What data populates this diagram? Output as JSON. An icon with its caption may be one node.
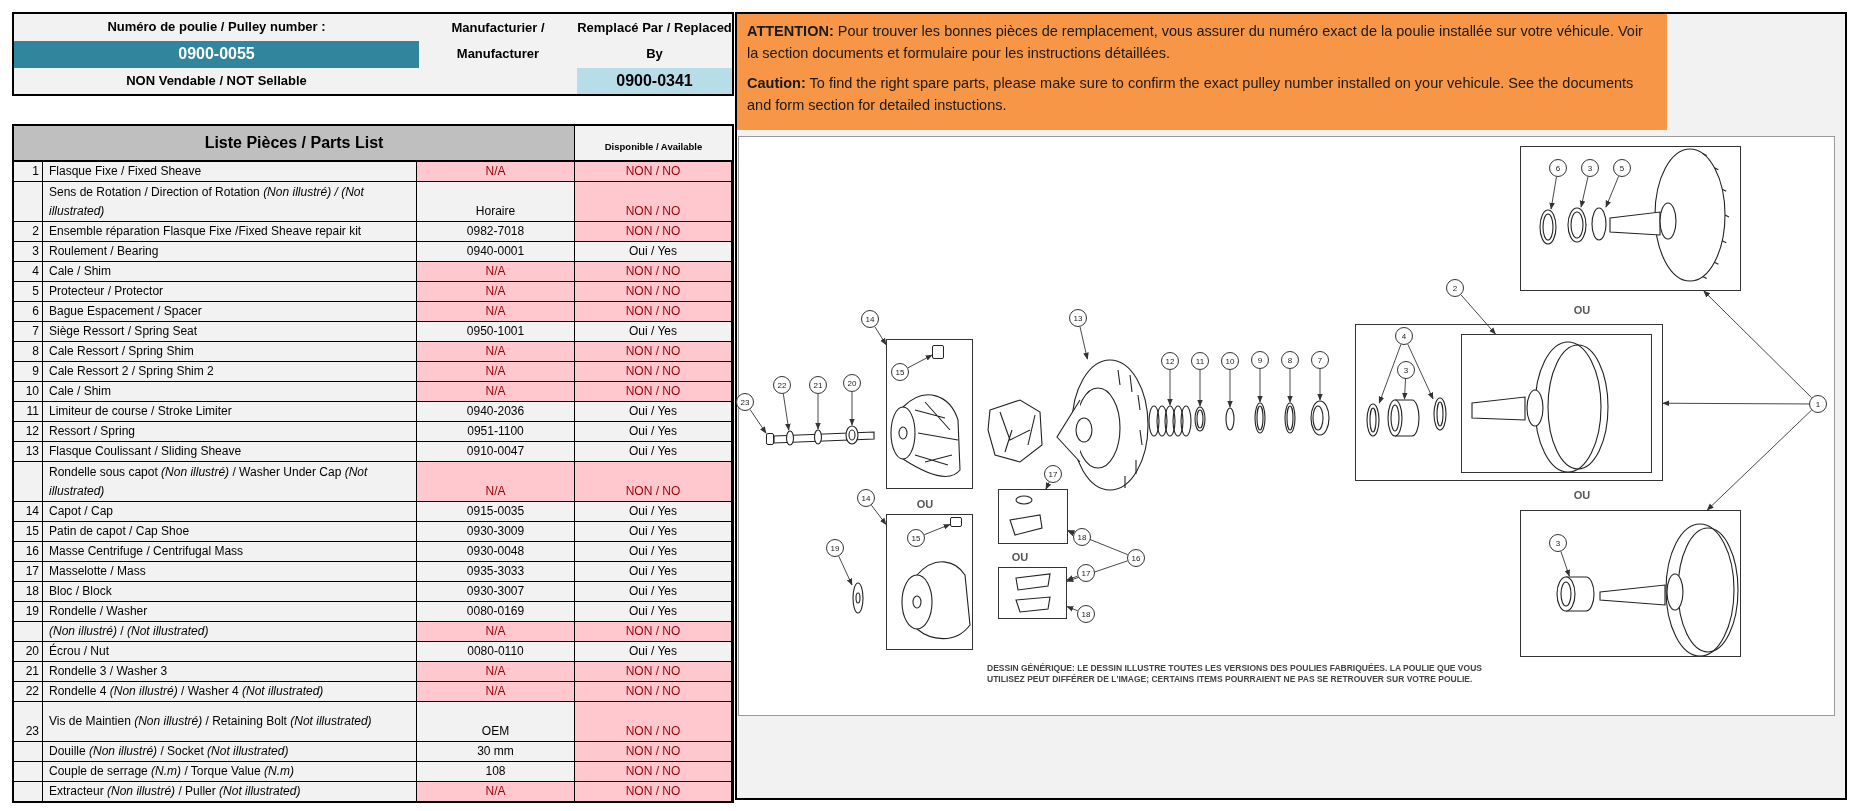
{
  "diagram": {
    "nodes": [
      {
        "text": [],
        "shape": "box"
      },
      {
        "text": [
          "15"
        ],
        "in": 0
      },
      {
        "text": [],
        "shape": "box"
      },
      {
        "text": [
          "15"
        ],
        "in": 2
      },
      {
        "text": [],
        "shape": "box"
      },
      {
        "text": [],
        "shape": "box"
      },
      {
        "text": [],
        "shape": "box"
      },
      {
        "text": [
          "6"
        ],
        "in": 6
      },
      {
        "text": [
          "3"
        ],
        "in": 6
      },
      {
        "text": [
          "5"
        ],
        "in": 6
      },
      {
        "text": [],
        "shape": "box"
      },
      {
        "text": [
          "4"
        ],
        "in": 10
      },
      {
        "text": [
          "3"
        ],
        "in": 10
      },
      {
        "text": [],
        "shape": "box",
        "in": 10
      },
      {
        "text": [],
        "shape": "box"
      },
      {
        "text": [
          "3"
        ],
        "in": 14
      },
      {
        "text": [
          "14"
        ]
      },
      {
        "text": [
          "13"
        ]
      },
      {
        "text": [
          "2"
        ]
      },
      {
        "text": [
          "12"
        ]
      },
      {
        "text": [
          "11"
        ]
      },
      {
        "text": [
          "10"
        ]
      },
      {
        "text": [
          "9"
        ]
      },
      {
        "text": [
          "8"
        ]
      },
      {
        "text": [
          "7"
        ]
      },
      {
        "text": [
          "22"
        ]
      },
      {
        "text": [
          "21"
        ]
      },
      {
        "text": [
          "20"
        ]
      },
      {
        "text": [
          "1"
        ]
      },
      {
        "text": [
          "23"
        ]
      },
      {
        "text": [
          "17"
        ]
      },
      {
        "text": [
          "14"
        ]
      },
      {
        "text": [
          "18"
        ]
      },
      {
        "text": [
          "19"
        ]
      },
      {
        "text": [
          "16"
        ]
      },
      {
        "text": [
          "17"
        ]
      },
      {
        "text": [
          "18"
        ]
      },
      {
        "text": [],
        "shape": "box",
        "in": 0
      },
      {
        "text": [],
        "shape": "box",
        "in": 2
      },
      {
        "text": [],
        "shape": "picture",
        "in": 6
      },
      {
        "text": [],
        "shape": "picture",
        "in": 6
      },
      {
        "text": [],
        "shape": "circle",
        "in": 6
      },
      {
        "text": [],
        "shape": "picture",
        "in": 10
      },
      {
        "text": [],
        "shape": "cylinder",
        "in": 10
      },
      {
        "text": [],
        "shape": "picture",
        "in": 10
      },
      {
        "text": [],
        "shape": "cylinder",
        "in": 14
      },
      {
        "text": [],
        "shape": "picture"
      },
      {
        "text": [],
        "shape": "picture"
      },
      {
        "text": [],
        "shape": "picture"
      },
      {
        "text": [],
        "shape": "circle"
      },
      {
        "text": [],
        "shape": "picture"
      },
      {
        "text": [],
        "shape": "picture"
      },
      {
        "text": [],
        "shape": "picture"
      },
      {
        "text": [],
        "shape": "circle"
      },
      {
        "text": [],
        "shape": "circle"
      },
      {
        "text": [],
        "shape": "picture"
      },
      {
        "text": [],
        "shape": "box"
      },
      {
        "text": [],
        "shape": "picture"
      }
    ],
    "edges": [
      {
        "from": 1,
        "to": 37,
        "arrow": "to"
      },
      {
        "from": 3,
        "to": 38,
        "arrow": "to"
      },
      {
        "from": 7,
        "to": 39,
        "arrow": "to"
      },
      {
        "from": 8,
        "to": 40,
        "arrow": "to"
      },
      {
        "from": 9,
        "to": 41,
        "arrow": "to"
      },
      {
        "from": 11,
        "to": 42,
        "arrow": "to"
      },
      {
        "from": 11,
        "to": 44,
        "arrow": "to"
      },
      {
        "from": 12,
        "to": 43,
        "arrow": "to"
      },
      {
        "from": 15,
        "to": 45,
        "arrow": "to"
      },
      {
        "from": 16,
        "to": 0,
        "arrow": "to"
      },
      {
        "from": 17,
        "to": 46,
        "arrow": "to"
      },
      {
        "from": 18,
        "to": 13,
        "arrow": "to"
      },
      {
        "from": 19,
        "to": 47,
        "arrow": "to"
      },
      {
        "from": 20,
        "to": 48,
        "arrow": "to"
      },
      {
        "from": 21,
        "to": 49,
        "arrow": "to"
      },
      {
        "from": 22,
        "to": 50,
        "arrow": "to"
      },
      {
        "from": 23,
        "to": 51,
        "arrow": "to"
      },
      {
        "from": 24,
        "to": 52,
        "arrow": "to"
      },
      {
        "from": 25,
        "to": 53,
        "arrow": "to"
      },
      {
        "from": 26,
        "to": 54,
        "arrow": "to"
      },
      {
        "from": 27,
        "to": 55,
        "arrow": "to"
      },
      {
        "from": 28,
        "to": 6,
        "arrow": "to"
      },
      {
        "from": 28,
        "to": 10,
        "arrow": "to"
      },
      {
        "from": 28,
        "to": 14,
        "arrow": "to"
      },
      {
        "from": 29,
        "to": 56,
        "arrow": "to"
      },
      {
        "from": 30,
        "to": 4,
        "arrow": "to"
      },
      {
        "from": 31,
        "to": 2,
        "arrow": "to"
      },
      {
        "from": 32,
        "to": 4,
        "arrow": "to"
      },
      {
        "from": 33,
        "to": 57,
        "arrow": "to"
      },
      {
        "from": 34,
        "to": 4,
        "arrow": "to"
      },
      {
        "from": 34,
        "to": 5,
        "arrow": "to"
      },
      {
        "from": 35,
        "to": 5,
        "arrow": "to"
      },
      {
        "from": 36,
        "to": 5,
        "arrow": "to"
      }
    ],
    "labels": [
      "Numéro de poulie / Pulley number :",
      "Manufacturier / Manufacturer",
      "Remplacé Par / Replaced By",
      "0900-0055",
      "NON Vendable / NOT Sellable",
      "0900-0341",
      "**ATTENTION:** Pour trouver les bonnes pièces de remplacement, vous assurer du numéro exact de la poulie installée sur votre véhicule. Voir la section documents et formulaire pour les instructions détaillées.",
      "**Caution:** To find the right spare parts, please make sure to confirm the exact pulley number installed on your vehicule. See the documents and form section for detailed instuctions.",
      "Liste Pièces / Parts List",
      "Disponible / Available",
      "1",
      "Flasque Fixe / Fixed Sheave",
      "N/A",
      "NON / NO",
      "Sens de Rotation / Direction of Rotation *(Non illustré) / (Not illustrated)*",
      "Horaire",
      "NON / NO",
      "2",
      "Ensemble réparation Flasque Fixe /Fixed Sheave repair kit",
      "0982-7018",
      "NON / NO",
      "3",
      "Roulement / Bearing",
      "0940-0001",
      "Oui / Yes",
      "4",
      "Cale / Shim",
      "N/A",
      "NON / NO",
      "5",
      "Protecteur / Protector",
      "N/A",
      "NON / NO",
      "6",
      "Bague Espacement / Spacer",
      "N/A",
      "NON / NO",
      "7",
      "Siège Ressort / Spring Seat",
      "0950-1001",
      "Oui / Yes",
      "8",
      "Cale Ressort / Spring Shim",
      "N/A",
      "NON / NO",
      "9",
      "Cale Ressort 2 / Spring Shim 2",
      "N/A",
      "NON / NO",
      "10",
      "Cale / Shim",
      "N/A",
      "NON / NO",
      "11",
      "Limiteur de course / Stroke Limiter",
      "0940-2036",
      "Oui / Yes",
      "12",
      "Ressort / Spring",
      "0951-1100",
      "Oui / Yes",
      "13",
      "Flasque Coulissant / Sliding Sheave",
      "0910-0047",
      "Oui / Yes",
      "Rondelle sous capot *(Non illustré)* / Washer Under Cap *(Not illustrated)*",
      "N/A",
      "NON / NO",
      "14",
      "Capot / Cap",
      "0915-0035",
      "Oui / Yes",
      "15",
      "Patin de capot / Cap Shoe",
      "0930-3009",
      "Oui / Yes",
      "16",
      "Masse Centrifuge / Centrifugal Mass",
      "0930-0048",
      "Oui / Yes",
      "17",
      "Masselotte / Mass",
      "0935-3033",
      "Oui / Yes",
      "18",
      "Bloc / Block",
      "0930-3007",
      "Oui / Yes",
      "19",
      "Rondelle / Washer",
      "0080-0169",
      "Oui / Yes",
      "*(Non illustré)* / *(Not illustrated)*",
      "N/A",
      "NON / NO",
      "20",
      "Écrou / Nut",
      "0080-0110",
      "Oui / Yes",
      "21",
      "Rondelle 3 / Washer 3",
      "N/A",
      "NON / NO",
      "22",
      "Rondelle 4 *(Non illustré)* / Washer 4 *(Not illustrated)*",
      "N/A",
      "NON / NO",
      "23",
      "Vis de Maintien *(Non illustré)* / Retaining Bolt *(Not illustrated)*",
      "OEM",
      "NON / NO",
      "Douille *(Non illustré)* / Socket *(Not illustrated)*",
      "30 mm",
      "NON / NO",
      "Couple de serrage *(N.m)* / Torque Value *(N.m)*",
      "108",
      "NON / NO",
      "Extracteur *(Non illustré)* / Puller *(Not illustrated)*",
      "N/A",
      "NON / NO",
      "OU",
      "OU",
      "OU",
      "OU",
      "DESSIN GÉNÉRIQUE: LE DESSIN ILLUSTRE TOUTES LES VERSIONS DES POULIES FABRIQUÉES. LA POULIE QUE VOUS UTILISEZ PEUT DIFFÉRER DE L'IMAGE; CERTAINS ITEMS POURRAIENT NE PAS SE RETROUVER SUR VOTRE POULIE."
    ]
  }
}
